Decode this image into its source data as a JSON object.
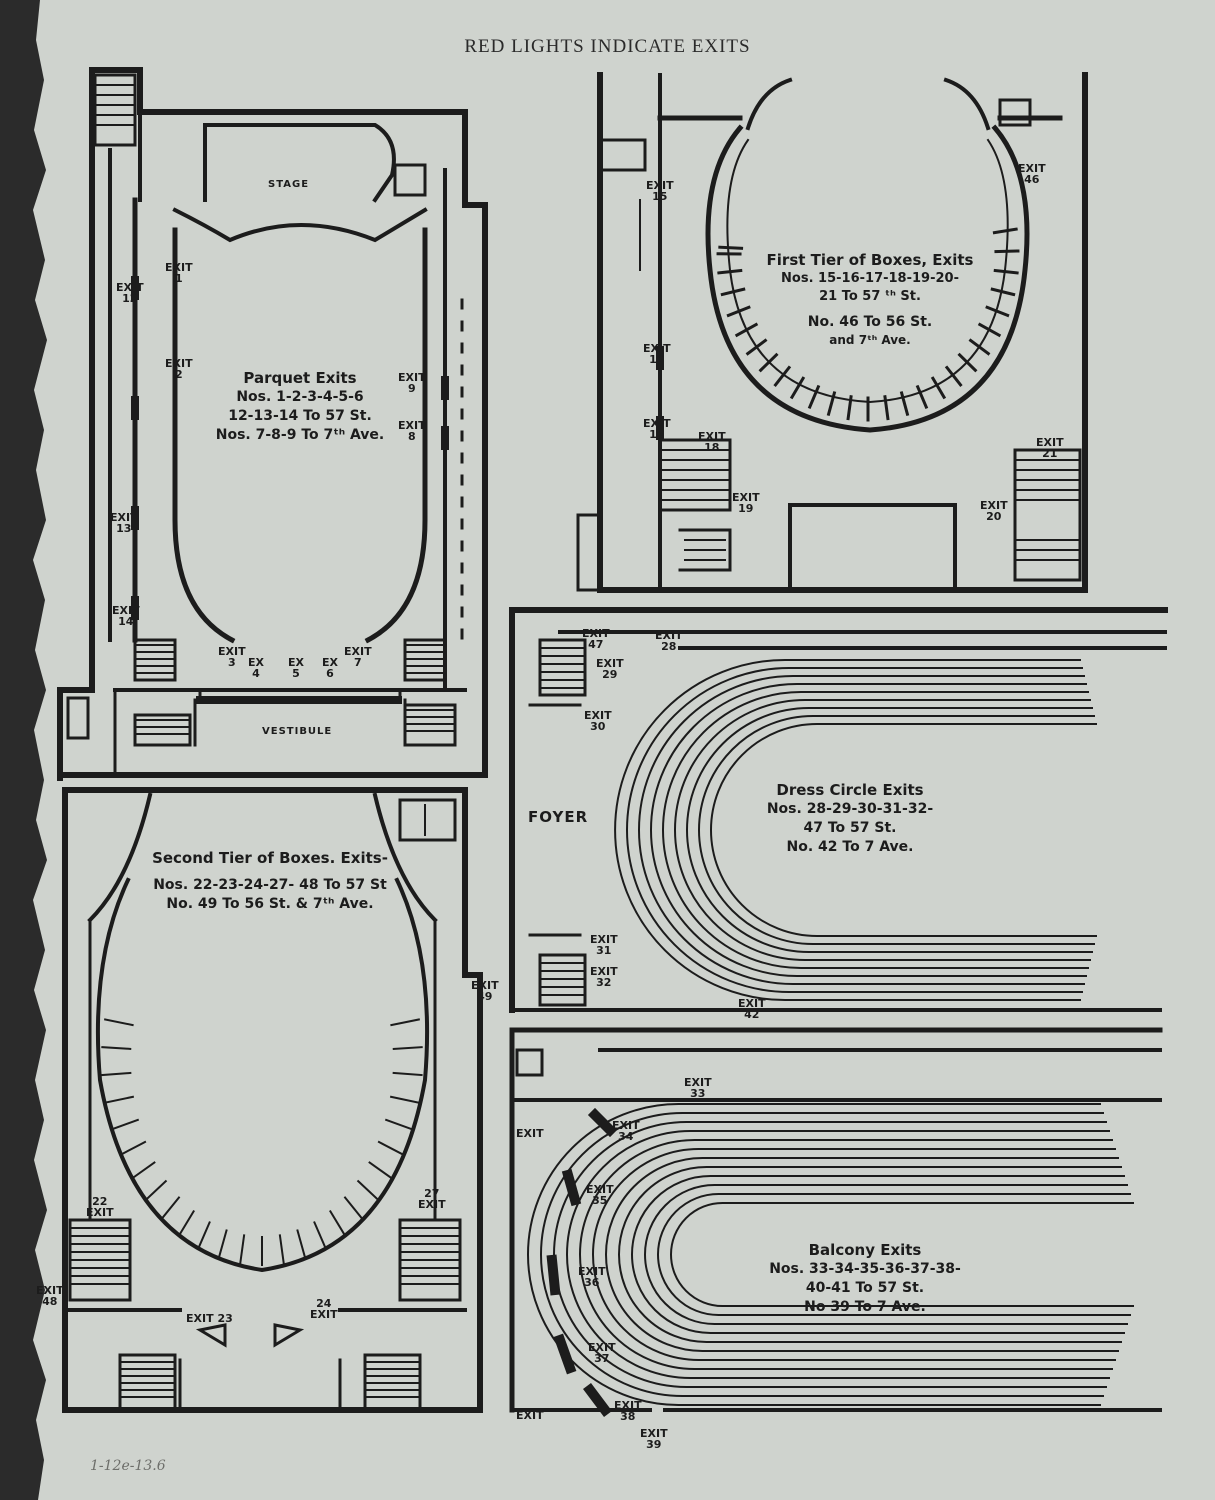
{
  "header": "RED LIGHTS INDICATE EXITS",
  "pencil_note": "1-12e-13.6",
  "parquet": {
    "title": "Parquet Exits",
    "lines": [
      "Nos. 1-2-3-4-5-6",
      "12-13-14 To 57 St.",
      "Nos. 7-8-9 To 7ᵗʰ Ave."
    ],
    "stage": "STAGE",
    "vestibule": "VESTIBULE",
    "exits": {
      "e1": "1",
      "e2": "2",
      "e3": "3",
      "e4": "4",
      "e5": "5",
      "e6": "6",
      "e7": "7",
      "e8": "8",
      "e9": "9",
      "e12": "12",
      "e13": "13",
      "e14": "14"
    },
    "exit_word": "EXIT",
    "ex_word": "EX"
  },
  "first_tier": {
    "title": "First Tier of Boxes, Exits",
    "lines": [
      "Nos. 15-16-17-18-19-20-",
      "21 To 57 ᵗʰ St.",
      "No. 46 To 56 St.",
      "and 7ᵗʰ Ave."
    ],
    "exits": {
      "e15": "15",
      "e16": "16",
      "e17": "17",
      "e18": "18",
      "e19": "19",
      "e20": "20",
      "e21": "21",
      "e46": "46"
    }
  },
  "second_tier": {
    "title": "Second Tier of Boxes. Exits-",
    "lines": [
      "Nos. 22-23-24-27- 48 To 57 St",
      "No. 49 To 56 St. & 7ᵗʰ Ave."
    ],
    "exits": {
      "e22": "22",
      "e23": "23",
      "e24": "24",
      "e27": "27",
      "e48": "48",
      "e49": "49"
    }
  },
  "dress_circle": {
    "title": "Dress Circle Exits",
    "lines": [
      "Nos. 28-29-30-31-32-",
      "47 To 57 St.",
      "No. 42 To 7 Ave."
    ],
    "foyer": "FOYER",
    "exits": {
      "e28": "28",
      "e29": "29",
      "e30": "30",
      "e31": "31",
      "e32": "32",
      "e42": "42",
      "e47": "47"
    }
  },
  "balcony": {
    "title": "Balcony Exits",
    "lines": [
      "Nos. 33-34-35-36-37-38-",
      "40-41 To 57 St.",
      "No 39 To 7 Ave."
    ],
    "exits": {
      "e33": "33",
      "e34": "34",
      "e35": "35",
      "e36": "36",
      "e37": "37",
      "e38": "38",
      "e39": "39"
    }
  }
}
